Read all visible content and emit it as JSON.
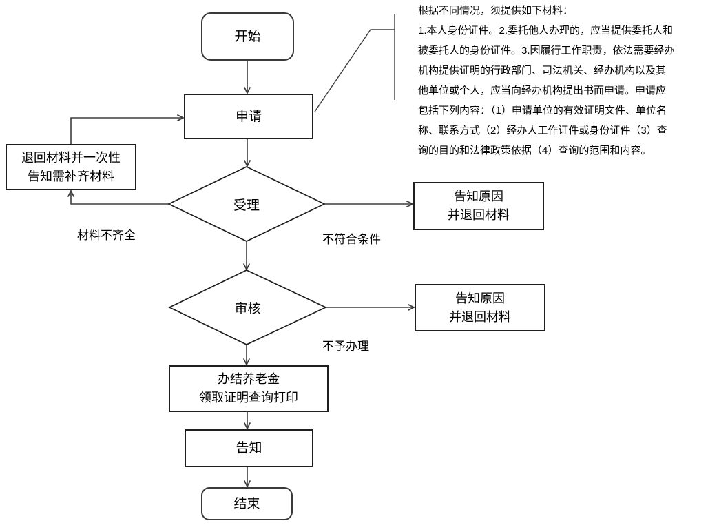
{
  "annotation": {
    "lines": [
      "根据不同情况，须提供如下材料：",
      "1.本人身份证件。2.委托他人办理的，应当提供委托人和",
      "被委托人的身份证件。3.因履行工作职责，依法需要经办",
      "机构提供证明的行政部门、司法机关、经办机构以及其",
      "他单位或个人，应当向经办机构提出书面申请。申请应",
      "包括下列内容：（1）申请单位的有效证明文件、单位名",
      "称、联系方式（2）经办人工作证件或身份证件（3）查",
      "询的目的和法律政策依据（4）查询的范围和内容。"
    ]
  },
  "nodes": {
    "start": {
      "label": "开始"
    },
    "apply": {
      "label": "申请"
    },
    "return_materials": {
      "label": "退回材料并一次性\n告知需补齐材料"
    },
    "accept": {
      "label": "受理"
    },
    "notify_return_1": {
      "label": "告知原因\n并退回材料"
    },
    "review": {
      "label": "审核"
    },
    "notify_return_2": {
      "label": "告知原因\n并退回材料"
    },
    "complete_print": {
      "label": "办结养老金\n领取证明查询打印"
    },
    "inform": {
      "label": "告知"
    },
    "end": {
      "label": "结束"
    }
  },
  "edge_labels": {
    "materials_incomplete": "材料不齐全",
    "not_qualified": "不符合条件",
    "not_processed": "不予办理"
  },
  "colors": {
    "connector": "#3d3d3d",
    "shape_border": "#1f1f1f",
    "text": "#000000",
    "background": "#ffffff"
  }
}
